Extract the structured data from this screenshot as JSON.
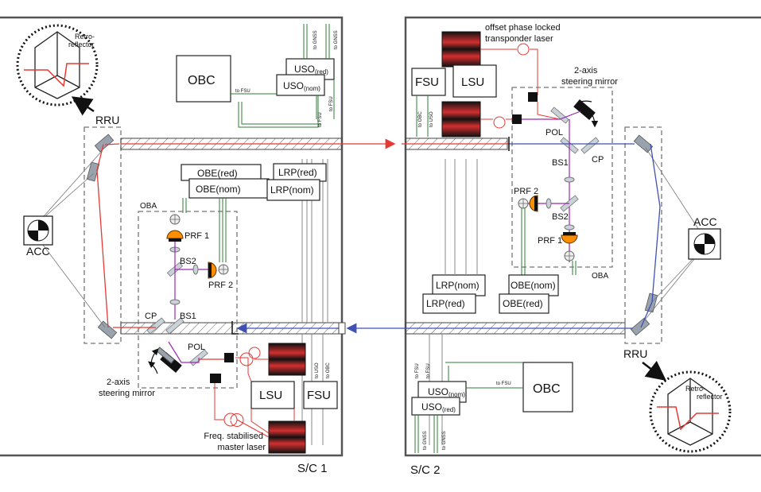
{
  "colors": {
    "red_beam": "#e53935",
    "blue_beam": "#3f51b5",
    "harness_green": "#2e7d32",
    "harness_grey": "#8a8a8a",
    "laser_red": "#d32f2f",
    "photoreceiver_orange": "#ff8f00"
  },
  "sc1": {
    "label": "S/C 1",
    "rru": "RRU",
    "retro": "Retro-\nreflector",
    "acc": "ACC",
    "obc": "OBC",
    "uso_red": "USO",
    "uso_red_sub": "(red)",
    "uso_nom": "USO",
    "uso_nom_sub": "(nom)",
    "to_fsu": "to FSU",
    "to_gnss_1": "to GNSS",
    "to_gnss_2": "to GNSS",
    "to_fsu_v1": "to FSU",
    "to_fsu_v2": "to FSU",
    "obe_red": "OBE(red)",
    "obe_nom": "OBE(nom)",
    "lrp_red": "LRP(red)",
    "lrp_nom": "LRP(nom)",
    "oba": "OBA",
    "prf1": "PRF 1",
    "prf2": "PRF 2",
    "bs2": "BS2",
    "bs1": "BS1",
    "cp": "CP",
    "pol": "POL",
    "steering": "2-axis\nsteering mirror",
    "lsu": "LSU",
    "fsu": "FSU",
    "to_uso": "to USO",
    "to_obc": "to OBC",
    "laser": "Freq. stabilised\nmaster laser"
  },
  "sc2": {
    "label": "S/C 2",
    "laser": "offset phase locked\ntransponder laser",
    "steering": "2-axis\nsteering mirror",
    "fsu": "FSU",
    "lsu": "LSU",
    "to_obc": "to OBC",
    "to_uso": "to USO",
    "pol": "POL",
    "bs1": "BS1",
    "cp": "CP",
    "prf2": "PRF 2",
    "bs2": "BS2",
    "prf1": "PRF 1",
    "oba": "OBA",
    "lrp_nom": "LRP(nom)",
    "lrp_red": "LRP(red)",
    "obe_nom": "OBE(nom)",
    "obe_red": "OBE(red)",
    "acc": "ACC",
    "rru": "RRU",
    "retro": "Retro-\nreflector",
    "obc": "OBC",
    "uso_nom": "USO",
    "uso_nom_sub": "(nom)",
    "uso_red": "USO",
    "uso_red_sub": "(red)",
    "to_fsu": "to FSU",
    "to_fsu_v1": "to FSU",
    "to_fsu_v2": "to FSU",
    "to_gnss_1": "to GNSS",
    "to_gnss_2": "to GNSS"
  }
}
